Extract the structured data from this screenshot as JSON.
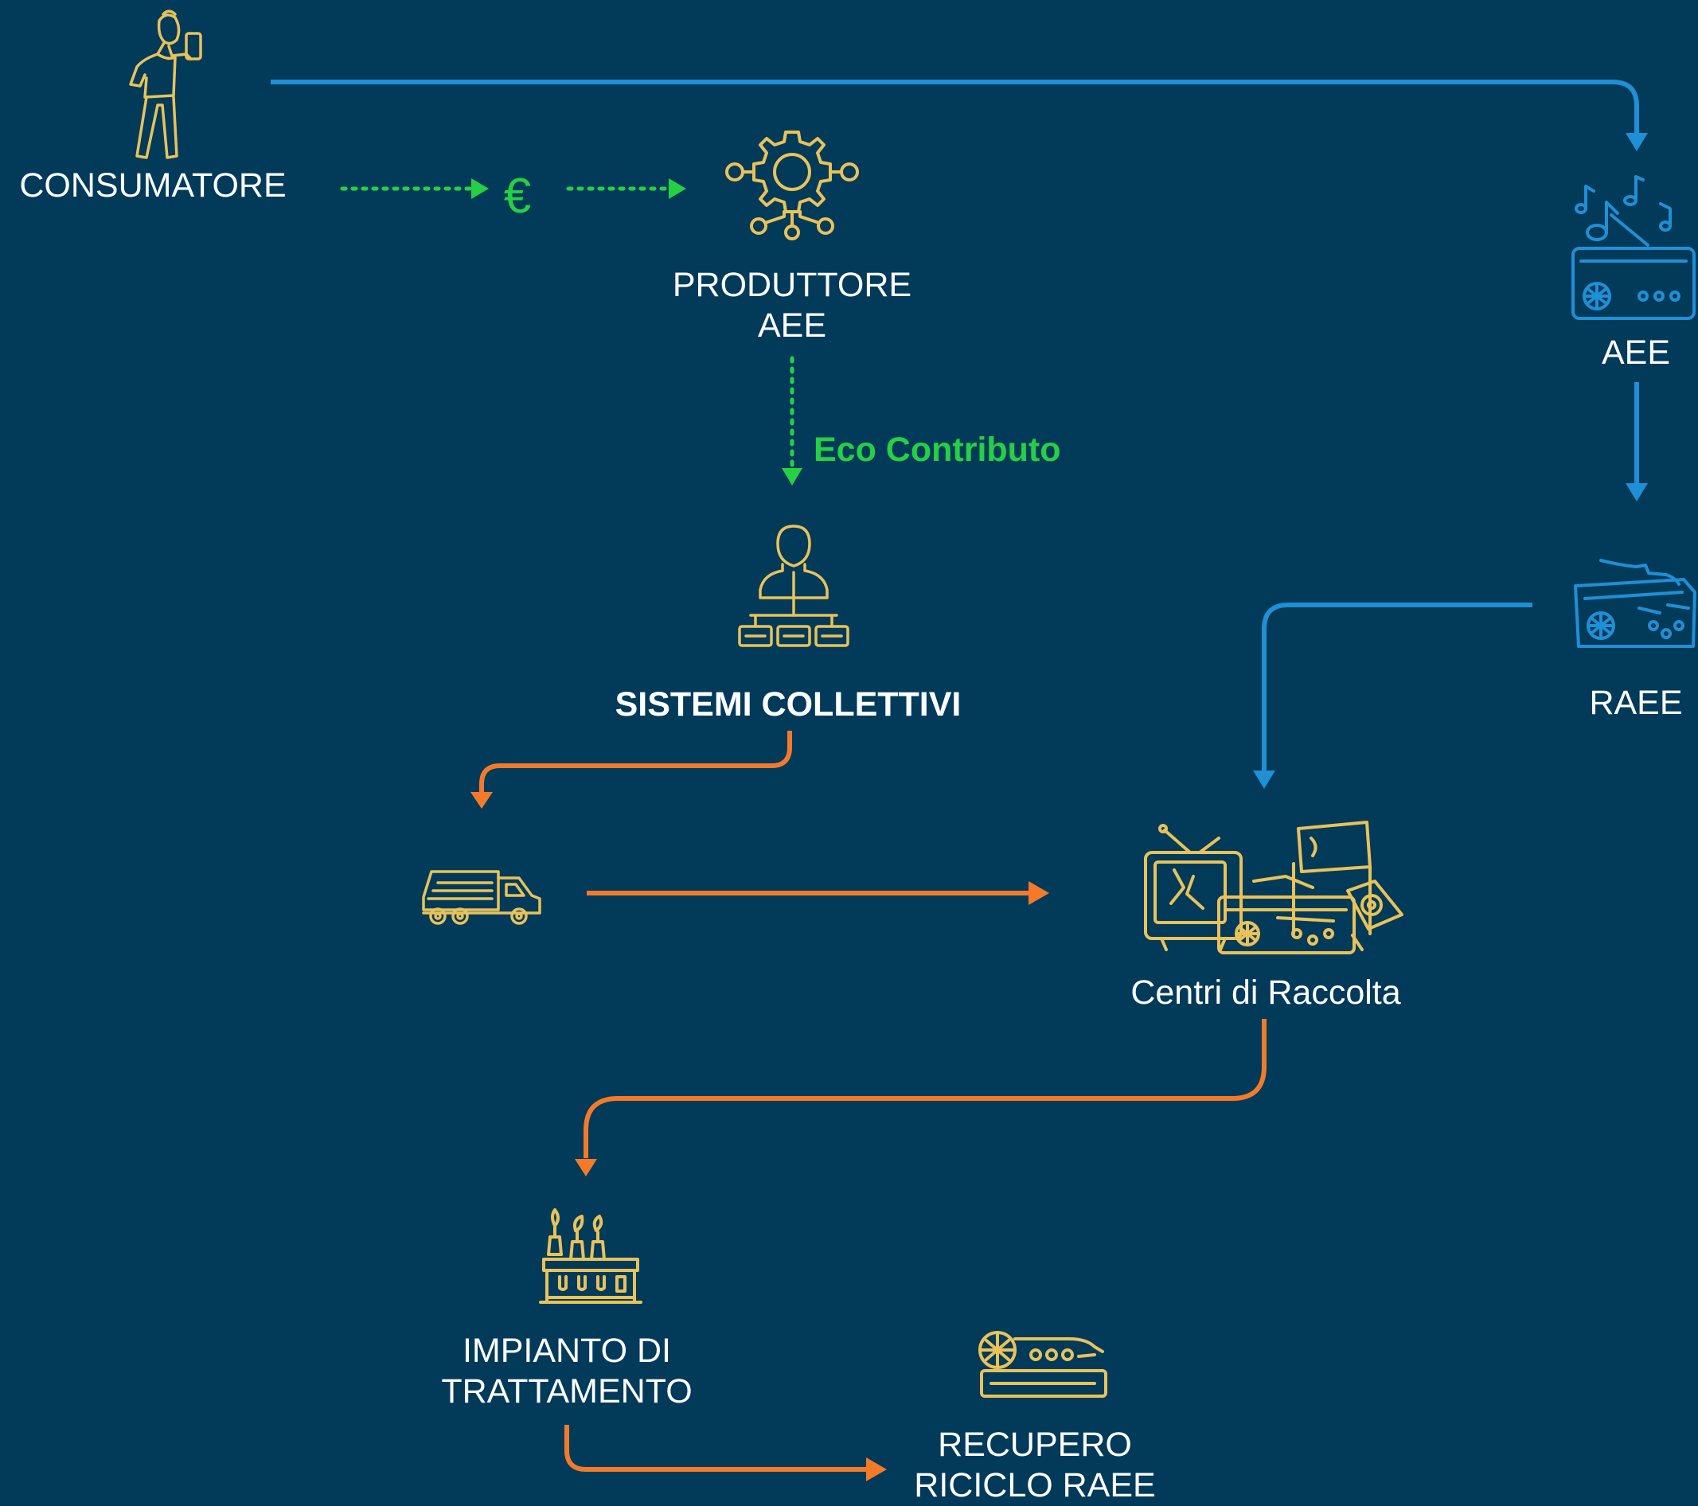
{
  "nodes": {
    "consumer": {
      "label": "CONSUMATORE",
      "icon": "person-with-phone-icon"
    },
    "euro": {
      "symbol": "€",
      "icon": "euro-icon"
    },
    "producer": {
      "label_line1": "PRODUTTORE",
      "label_line2": "AEE",
      "icon": "gear-network-icon"
    },
    "eco": {
      "label": "Eco Contributo"
    },
    "systems": {
      "label": "SISTEMI COLLETTIVI",
      "icon": "person-hierarchy-icon"
    },
    "aee": {
      "label": "AEE",
      "icon": "radio-music-icon"
    },
    "raee": {
      "label": "RAEE",
      "icon": "broken-radio-icon"
    },
    "truck": {
      "icon": "truck-icon"
    },
    "centers": {
      "label": "Centri di Raccolta",
      "icon": "appliances-pile-icon"
    },
    "plant": {
      "label": "IMPIANTO DI\nTRATTAMENTO",
      "icon": "factory-icon"
    },
    "recovery": {
      "label": "RECUPERO\nRICICLO RAEE",
      "icon": "radio-recycle-icon"
    }
  },
  "colors": {
    "background": "#023a59",
    "icon": "#e8c25a",
    "blue_flow": "#1f8fd6",
    "orange_flow": "#f47a2a",
    "money_flow": "#25d045",
    "text": "#ffffff"
  }
}
